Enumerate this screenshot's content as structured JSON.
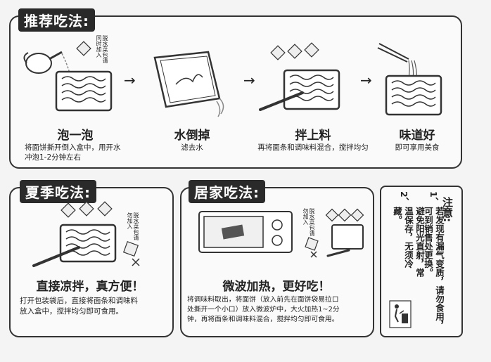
{
  "recommended": {
    "tag": "推荐吃法:",
    "packet_note": "脱水菜包请同时加入",
    "steps": [
      {
        "title": "泡一泡",
        "desc_line1": "将面饼撕开倒入盒中，用开水",
        "desc_line2": "冲泡1-2分钟左右"
      },
      {
        "title": "水倒掉",
        "desc_line1": "滤去水",
        "desc_line2": ""
      },
      {
        "title": "拌上料",
        "desc_line1": "再将面条和调味料混合，搅拌均匀",
        "desc_line2": ""
      },
      {
        "title": "味道好",
        "desc_line1": "即可享用美食",
        "desc_line2": ""
      }
    ]
  },
  "summer": {
    "tag": "夏季吃法:",
    "packet_note": "脱水菜包请勿加入",
    "title": "直接凉拌，真方便！",
    "desc_line1": "打开包装袋后，直接将面条和调味料",
    "desc_line2": "放入盒中，搅拌均匀即可食用。"
  },
  "home": {
    "tag": "居家吃法:",
    "packet_note": "脱水菜包请勿加入",
    "title": "微波加热，更好吃！",
    "desc_line1": "将调味料取出，将面饼（放入前先在面饼袋易拉口",
    "desc_line2": "处撕开一个小口）放入微波炉中，大火加热1~2分",
    "desc_line3": "钟，再将面条和调味料混合，搅拌均匀即可食用。"
  },
  "notes": {
    "heading": "注意:",
    "item1_num": "1、",
    "item1_text": "若发现有漏气变质，请勿食用，可到销售处更换。",
    "item2_num": "2、",
    "item2_text": "避免阳光直射，常温保存，无须冷藏。"
  }
}
